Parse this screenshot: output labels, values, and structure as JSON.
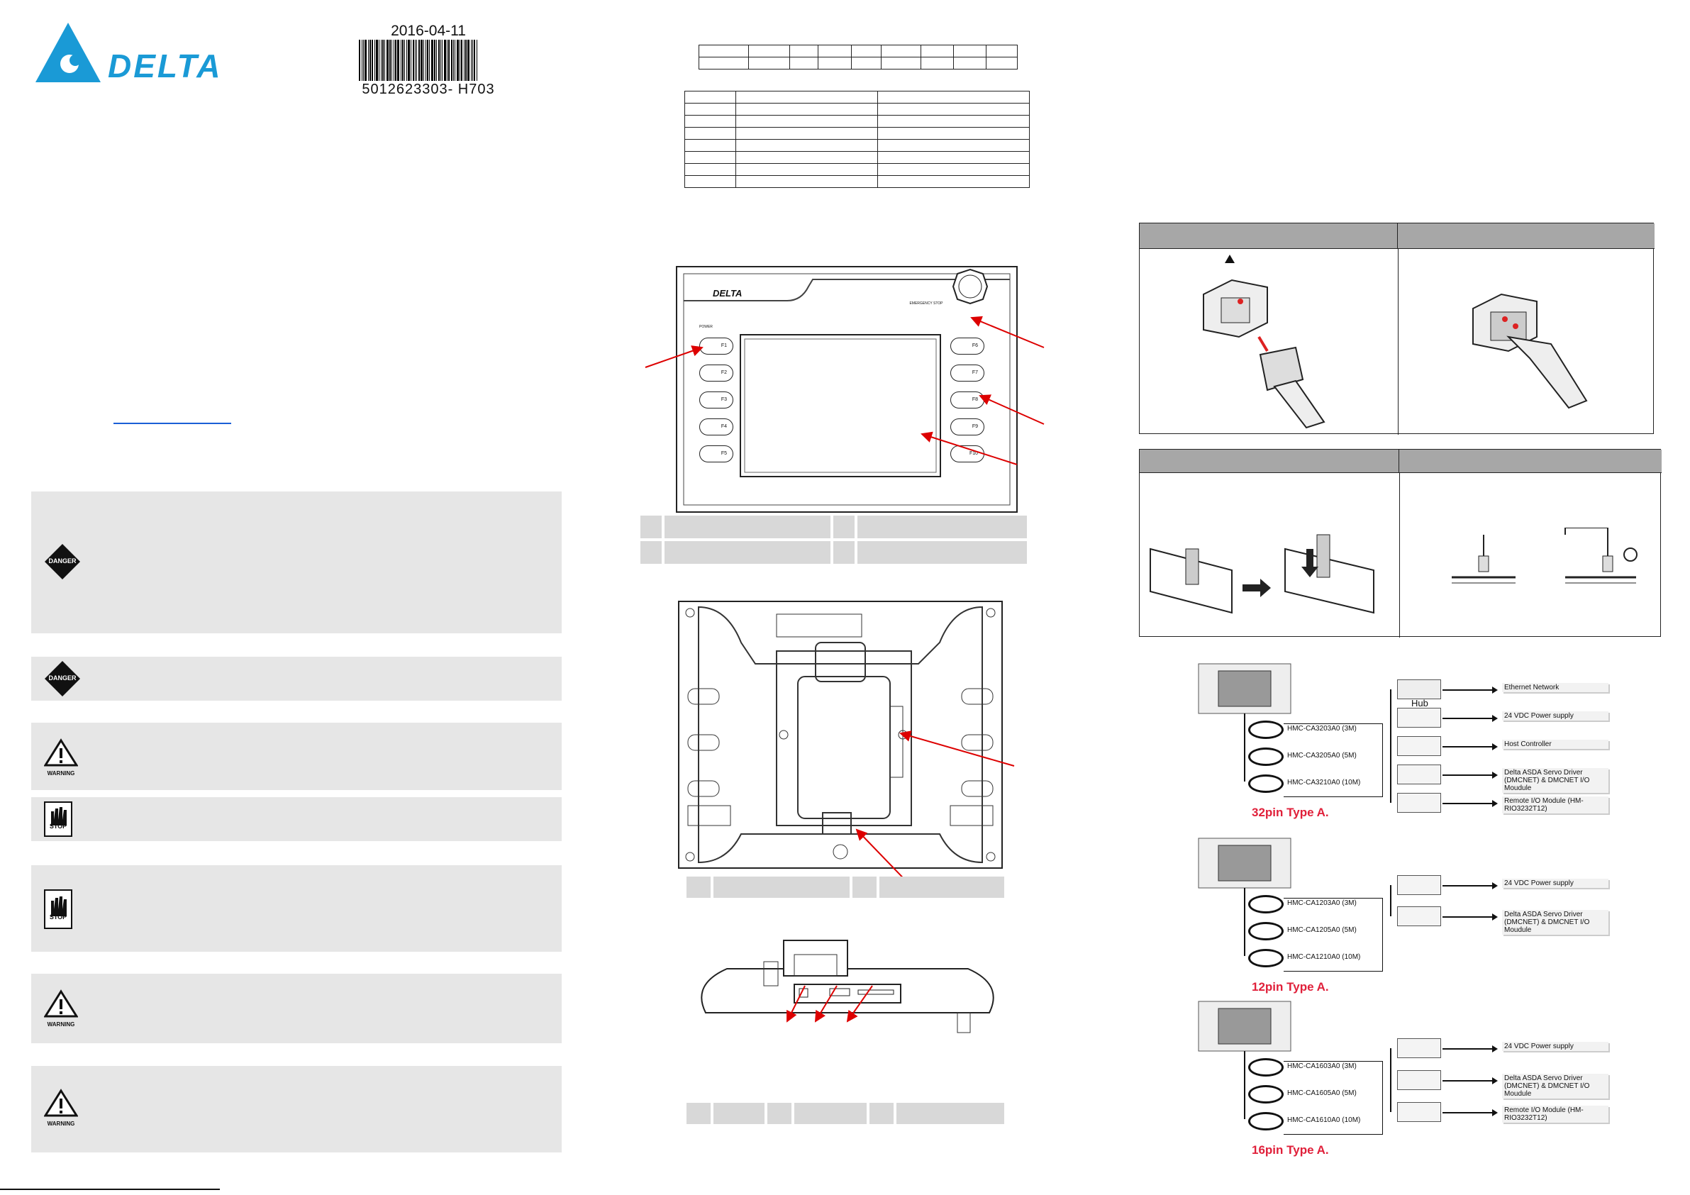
{
  "brand": {
    "name": "DELTA",
    "color": "#1a9ad6"
  },
  "barcode": {
    "date": "2016-04-11",
    "number": "5012623303- H703"
  },
  "signs": {
    "danger": "DANGER",
    "warning": "WARNING",
    "stop": "STOP"
  },
  "device_front": {
    "brand_text": "DELTA",
    "estop_label": "EMERGENCY STOP",
    "power_label": "POWER",
    "left_keys": [
      "F1",
      "F2",
      "F3",
      "F4",
      "F5"
    ],
    "right_keys": [
      "F6",
      "F7",
      "F8",
      "F9",
      "F10"
    ]
  },
  "cable_diagrams": [
    {
      "type_label": "32pin Type A.",
      "cables": [
        "HMC-CA3203A0 (3M)",
        "HMC-CA3205A0 (5M)",
        "HMC-CA3210A0 (10M)"
      ],
      "hub_label": "Hub",
      "targets": [
        "Ethernet Network",
        "24 VDC Power supply",
        "Host Controller",
        "Delta ASDA Servo Driver (DMCNET) & DMCNET I/O Moudule",
        "Remote I/O Module (HM-RIO3232T12)"
      ]
    },
    {
      "type_label": "12pin Type A.",
      "cables": [
        "HMC-CA1203A0 (3M)",
        "HMC-CA1205A0 (5M)",
        "HMC-CA1210A0 (10M)"
      ],
      "targets": [
        "24 VDC Power supply",
        "Delta ASDA Servo Driver (DMCNET) & DMCNET I/O Moudule"
      ]
    },
    {
      "type_label": "16pin Type A.",
      "cables": [
        "HMC-CA1603A0 (3M)",
        "HMC-CA1605A0 (5M)",
        "HMC-CA1610A0 (10M)"
      ],
      "targets": [
        "24 VDC Power supply",
        "Delta ASDA Servo Driver (DMCNET) & DMCNET I/O Moudule",
        "Remote I/O Module (HM-RIO3232T12)"
      ]
    }
  ]
}
